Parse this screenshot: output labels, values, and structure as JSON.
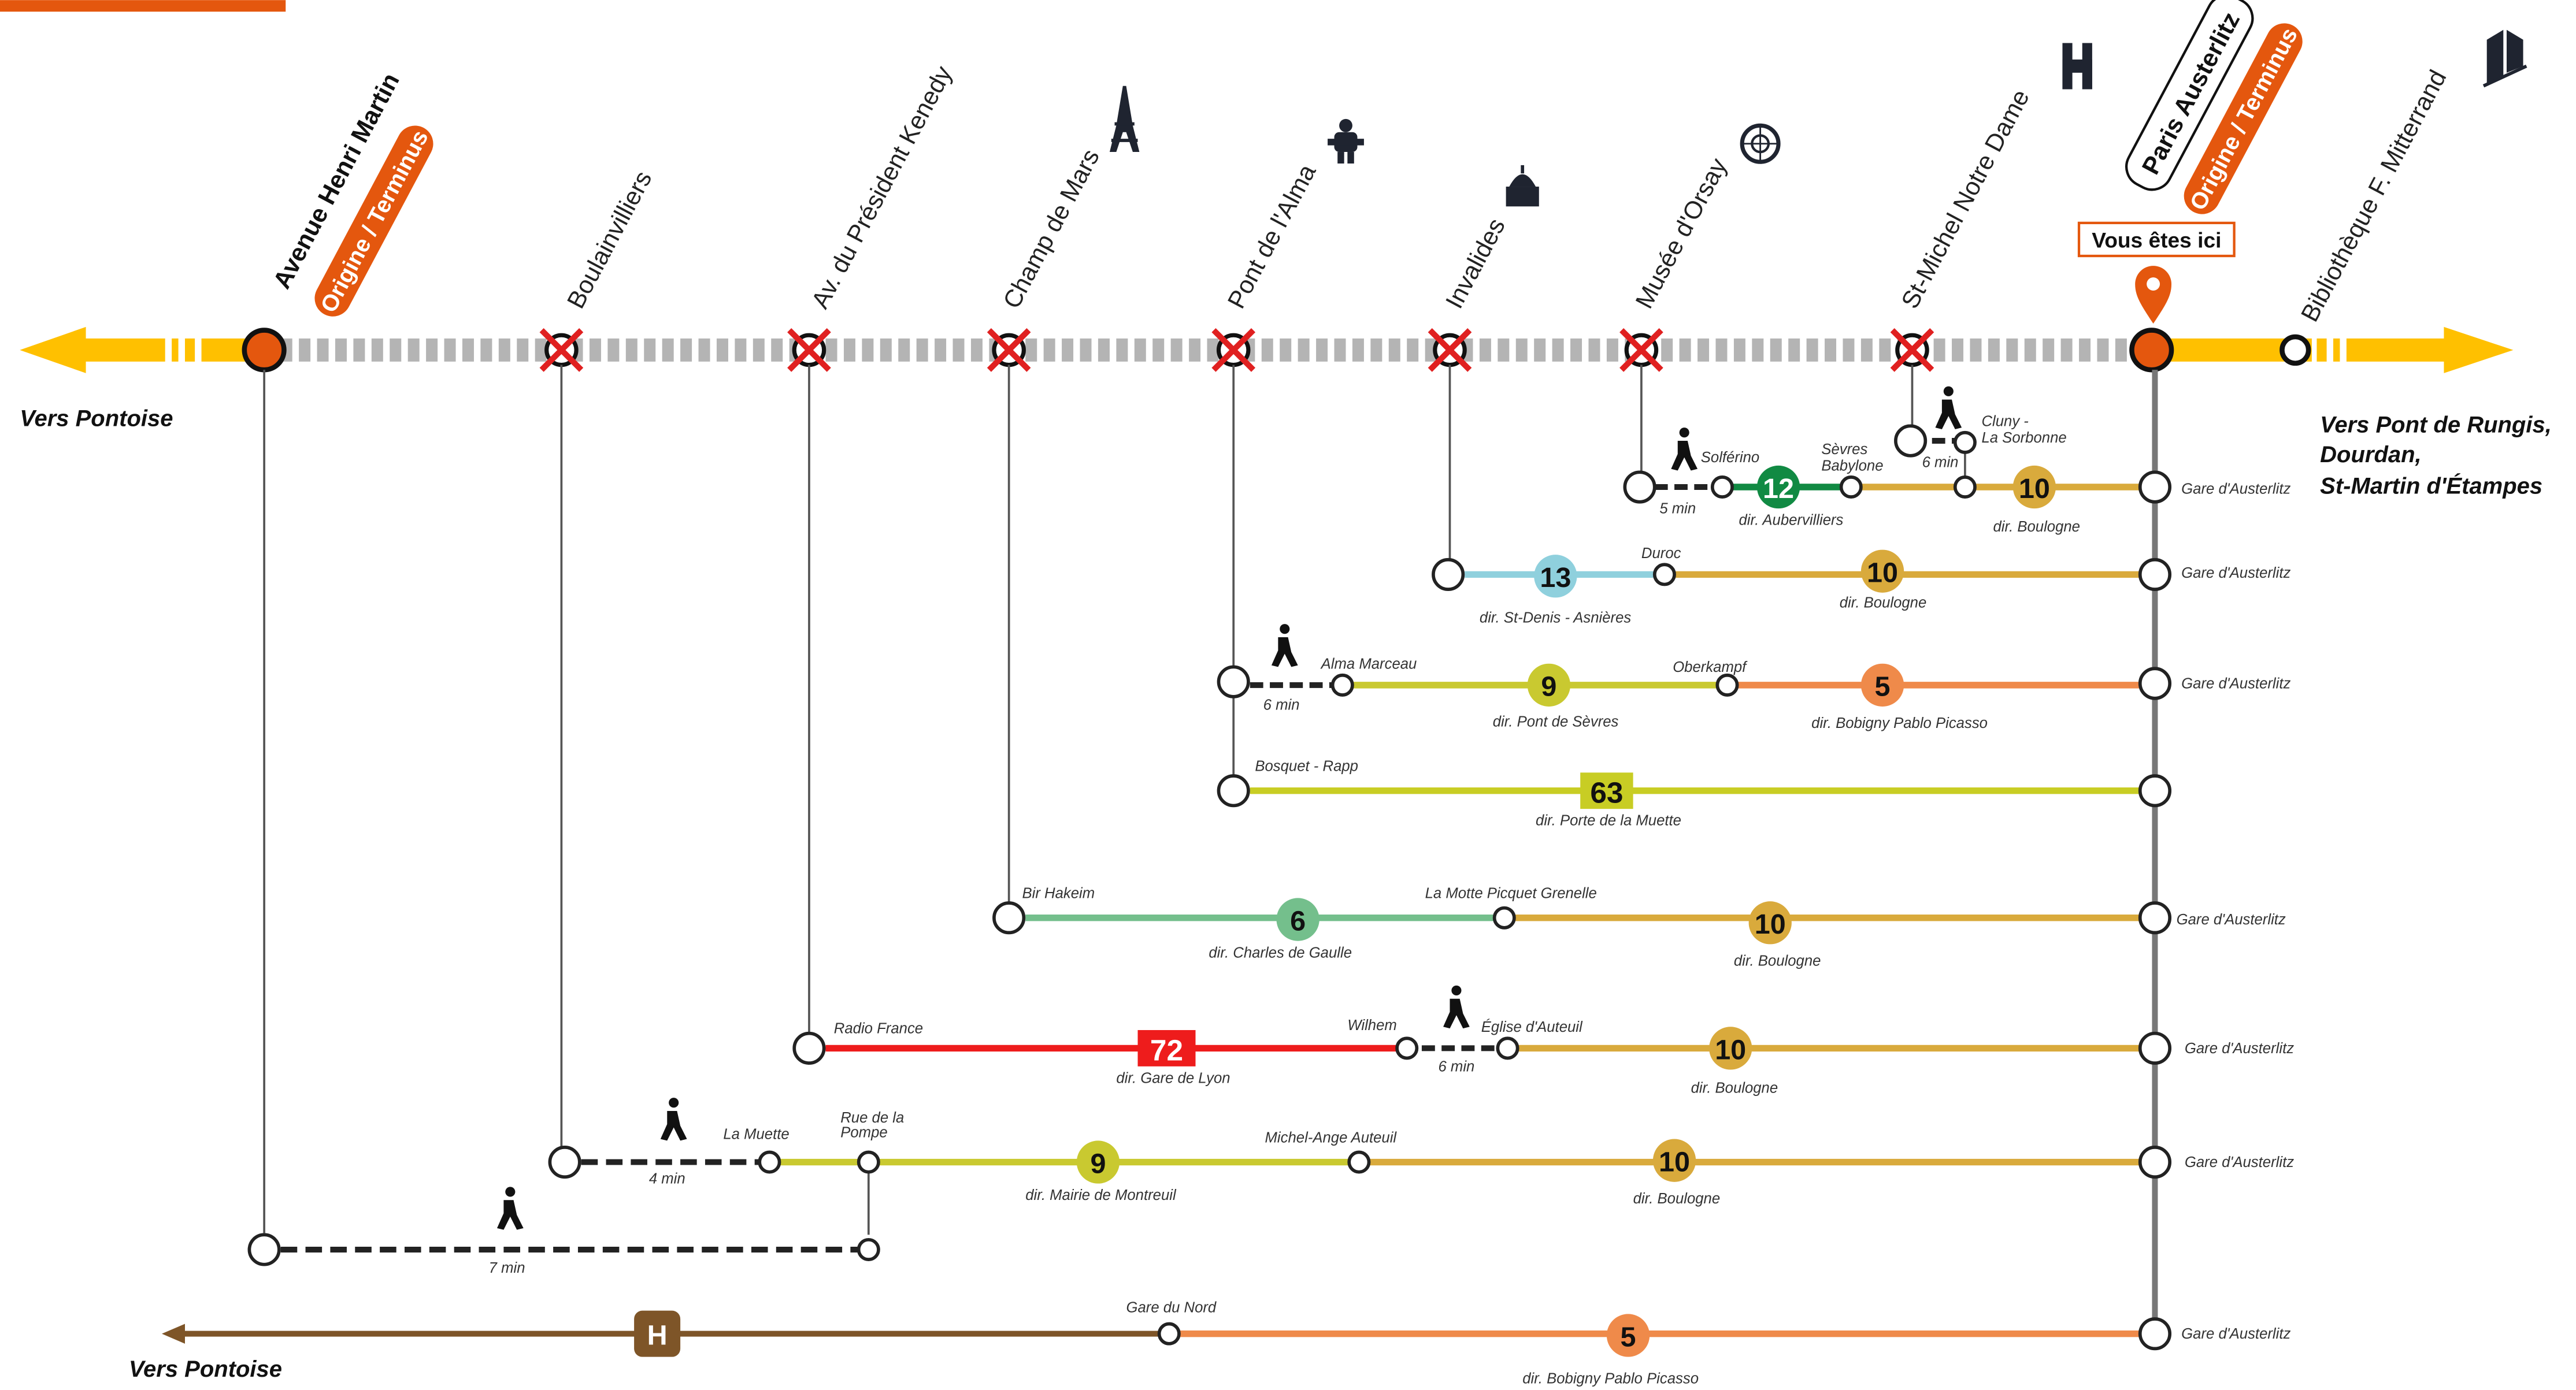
{
  "colors": {
    "orange": "#e4570e",
    "yellow": "#ffc000",
    "grey_track": "#b4b4b4",
    "cross": "#e02020",
    "line12": "#118a43",
    "line10": "#d9aa3c",
    "line13": "#8fd0dd",
    "line9": "#c9c930",
    "line5": "#ef8a4a",
    "bus63": "#c8cd24",
    "line6": "#74bf8c",
    "bus72": "#ee1c1c",
    "lineH": "#7e5528",
    "connector": "#555555"
  },
  "directions": {
    "left": "Vers Pontoise",
    "right_1": "Vers Pont de Rungis,",
    "right_2": "Dourdan,",
    "right_3": "St-Martin d'Étampes",
    "bottom_left": "Vers Pontoise"
  },
  "stations": [
    {
      "name": "Avenue Henri Martin",
      "tag": "Origine / Terminus",
      "bold": true,
      "icon": ""
    },
    {
      "name": "Boulainvilliers",
      "icon": ""
    },
    {
      "name": "Av. du Président Kenedy",
      "icon": ""
    },
    {
      "name": "Champ de Mars",
      "icon": "eiffel-tower-icon"
    },
    {
      "name": "Pont de l'Alma",
      "icon": "zouave-statue-icon"
    },
    {
      "name": "Invalides",
      "icon": "invalides-dome-icon"
    },
    {
      "name": "Musée d'Orsay",
      "icon": "orsay-clock-icon"
    },
    {
      "name": "St-Michel Notre Dame",
      "icon": "notre-dame-icon"
    },
    {
      "name": "Paris Austerlitz",
      "tag": "Origine / Terminus",
      "bold": true,
      "boxed": true,
      "icon": ""
    },
    {
      "name": "Bibliothèque F. Mitterrand",
      "icon": "bibliotheque-towers-icon"
    }
  ],
  "you_are_here": "Vous êtes ici",
  "routes": {
    "r1": {
      "walk1": "5 min",
      "stop_a": "Solférino",
      "badge": "12",
      "dir_a": "dir. Aubervilliers",
      "stop_b1": "Sèvres",
      "stop_b2": "Babylone",
      "walk2": "6 min",
      "stop_c1": "Cluny -",
      "stop_c2": "La Sorbonne",
      "badge2": "10",
      "dir_b": "dir. Boulogne",
      "end": "Gare d'Austerlitz"
    },
    "r2": {
      "badge": "13",
      "dir_a": "dir. St-Denis - Asnières",
      "stop_a": "Duroc",
      "badge2": "10",
      "dir_b": "dir. Boulogne",
      "end": "Gare d'Austerlitz"
    },
    "r3": {
      "walk": "6 min",
      "stop_a": "Alma Marceau",
      "badge": "9",
      "dir_a": "dir. Pont de Sèvres",
      "stop_b": "Oberkampf",
      "badge2": "5",
      "dir_b": "dir. Bobigny Pablo Picasso",
      "end": "Gare d'Austerlitz"
    },
    "r4": {
      "stop_a": "Bosquet - Rapp",
      "badge": "63",
      "dir_a": "dir. Porte de la Muette",
      "end": ""
    },
    "r5": {
      "stop_a": "Bir Hakeim",
      "badge": "6",
      "dir_a": "dir. Charles de Gaulle",
      "stop_b": "La Motte Picquet Grenelle",
      "badge2": "10",
      "dir_b": "dir. Boulogne",
      "end": "Gare d'Austerlitz"
    },
    "r6": {
      "stop_a": "Radio France",
      "badge": "72",
      "dir_a": "dir. Gare de Lyon",
      "stop_b": "Wilhem",
      "walk": "6 min",
      "stop_c": "Église d'Auteuil",
      "badge2": "10",
      "dir_b": "dir. Boulogne",
      "end": "Gare d'Austerlitz"
    },
    "r7": {
      "walk": "4 min",
      "stop_a": "La Muette",
      "stop_b1": "Rue de la",
      "stop_b2": "Pompe",
      "badge": "9",
      "dir_a": "dir. Mairie de Montreuil",
      "stop_c": "Michel-Ange Auteuil",
      "badge2": "10",
      "dir_b": "dir. Boulogne",
      "end": "Gare d'Austerlitz"
    },
    "r8": {
      "walk": "7 min"
    },
    "r9": {
      "badge": "H",
      "stop_a": "Gare du Nord",
      "badge2": "5",
      "dir_b": "dir. Bobigny Pablo Picasso",
      "end": "Gare d'Austerlitz"
    }
  }
}
